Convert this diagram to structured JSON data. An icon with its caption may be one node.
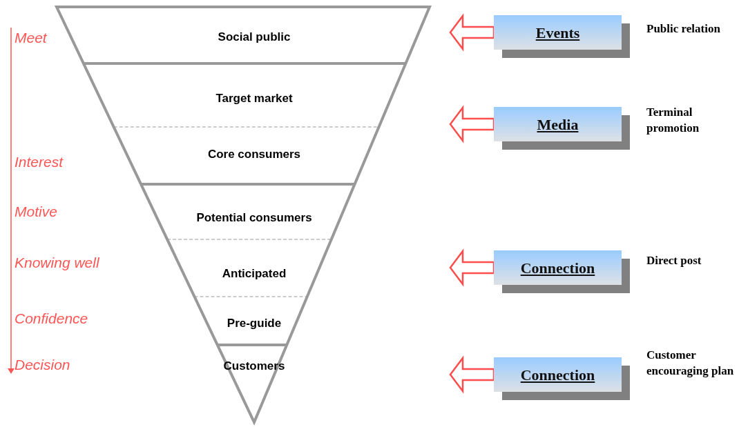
{
  "diagram": {
    "nodes": [
      {
        "text": [],
        "shape": "funnel"
      },
      {
        "text": [
          "Social public"
        ],
        "in": 0
      },
      {
        "text": [
          "Target market"
        ],
        "in": 0
      },
      {
        "text": [
          "Core consumers"
        ],
        "in": 0
      },
      {
        "text": [
          "Potential consumers"
        ],
        "in": 0
      },
      {
        "text": [
          "Anticipated"
        ],
        "in": 0
      },
      {
        "text": [
          "Pre-guide"
        ],
        "in": 0
      },
      {
        "text": [
          "Customers"
        ],
        "in": 0
      },
      {
        "text": [
          "Events"
        ],
        "beside": [
          "Public relation"
        ]
      },
      {
        "text": [
          "Media"
        ],
        "beside": [
          "Terminal promotion"
        ]
      },
      {
        "text": [
          "Connection"
        ],
        "beside": [
          "Direct post"
        ]
      },
      {
        "text": [
          "Connection"
        ],
        "beside": [
          "Customer encouraging plan"
        ]
      }
    ],
    "edges": [
      {
        "from": 8,
        "to": null,
        "arrow": "to"
      },
      {
        "from": 9,
        "to": null,
        "arrow": "to"
      },
      {
        "from": 10,
        "to": null,
        "arrow": "to"
      },
      {
        "from": 11,
        "to": null,
        "arrow": "to"
      }
    ],
    "labels": [
      "Meet",
      "Interest",
      "Motive",
      "Knowing well",
      "Confidence",
      "Decision"
    ]
  }
}
